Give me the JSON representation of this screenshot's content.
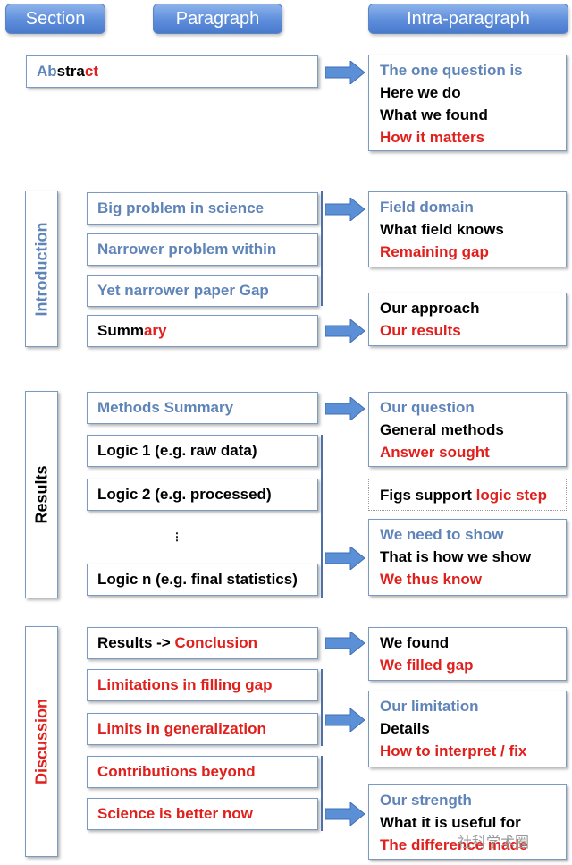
{
  "headers": {
    "section": "Section",
    "paragraph": "Paragraph",
    "intra": "Intra-paragraph"
  },
  "abstract": {
    "para_a": "Ab",
    "para_b": "stra",
    "para_c": "ct",
    "intra": [
      "The one question is",
      "Here we do",
      "What we found",
      "How it matters"
    ]
  },
  "introduction": {
    "section": "Introduction",
    "para1": "Big problem in science",
    "para2": "Narrower problem within",
    "para3": "Yet narrower paper Gap",
    "para4_a": "Summ",
    "para4_b": "ary",
    "intra1": [
      "Field domain",
      "What field knows",
      "Remaining gap"
    ],
    "intra2": [
      "Our approach",
      "Our results"
    ]
  },
  "results": {
    "section": "Results",
    "para1": "Methods Summary",
    "para2": "Logic 1 (e.g. raw data)",
    "para3": "Logic 2 (e.g. processed)",
    "ellipsis": "⋮",
    "para4": "Logic n (e.g. final statistics)",
    "intra1": [
      "Our question",
      "General methods",
      "Answer sought"
    ],
    "intra2_a": "Figs support ",
    "intra2_b": "logic step",
    "intra3": [
      "We need to show",
      "That is how we show",
      "We thus know"
    ]
  },
  "discussion": {
    "section": "Discussion",
    "para1_a": "Results -> ",
    "para1_b": "Conclusion",
    "para2": "Limitations in filling gap",
    "para3": "Limits in generalization",
    "para4": "Contributions beyond",
    "para5": "Science is better now",
    "intra1": [
      "We found",
      "We filled gap"
    ],
    "intra2": [
      "Our limitation",
      "Details",
      "How to interpret / fix"
    ],
    "intra3": [
      "Our strength",
      "What it is useful for",
      "The difference made"
    ]
  },
  "watermark": "社科学术圈",
  "colors": {
    "blue_text": "#5f84b8",
    "red_text": "#e0201c",
    "header_fill": "#5d8ddb",
    "arrow_fill": "#5b8fd6"
  }
}
